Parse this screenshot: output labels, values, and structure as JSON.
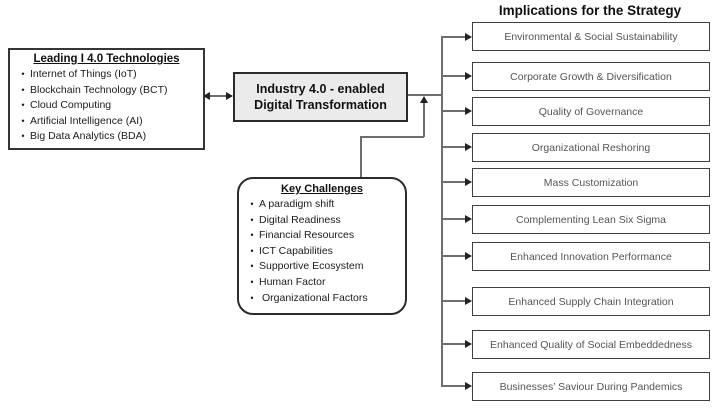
{
  "left_panel": {
    "title": "Leading I 4.0 Technologies",
    "items": [
      "Internet of Things (IoT)",
      "Blockchain Technology (BCT)",
      "Cloud Computing",
      "Artificial Intelligence (AI)",
      "Big Data Analytics (BDA)"
    ]
  },
  "center_box": {
    "line1": "Industry 4.0 - enabled",
    "line2": "Digital Transformation"
  },
  "challenges": {
    "title": "Key Challenges",
    "items": [
      "A paradigm shift",
      "Digital Readiness",
      "Financial Resources",
      "ICT Capabilities",
      "Supportive Ecosystem",
      "Human Factor",
      "Organizational Factors"
    ]
  },
  "implications": {
    "title": "Implications for the Strategy",
    "items": [
      "Environmental & Social Sustainability",
      "Corporate Growth & Diversification",
      "Quality of Governance",
      "Organizational Reshoring",
      "Mass Customization",
      "Complementing Lean Six Sigma",
      "Enhanced Innovation Performance",
      "Enhanced Supply Chain Integration",
      "Enhanced Quality of Social Embeddedness",
      "Businesses’ Saviour During Pandemics"
    ]
  },
  "ui": {
    "bullet": "•"
  },
  "colors": {
    "box_border": "#353535",
    "center_fill": "#ebebeb",
    "implication_text": "#555555",
    "connector_line": "#6e6e6e",
    "background": "#ffffff"
  }
}
